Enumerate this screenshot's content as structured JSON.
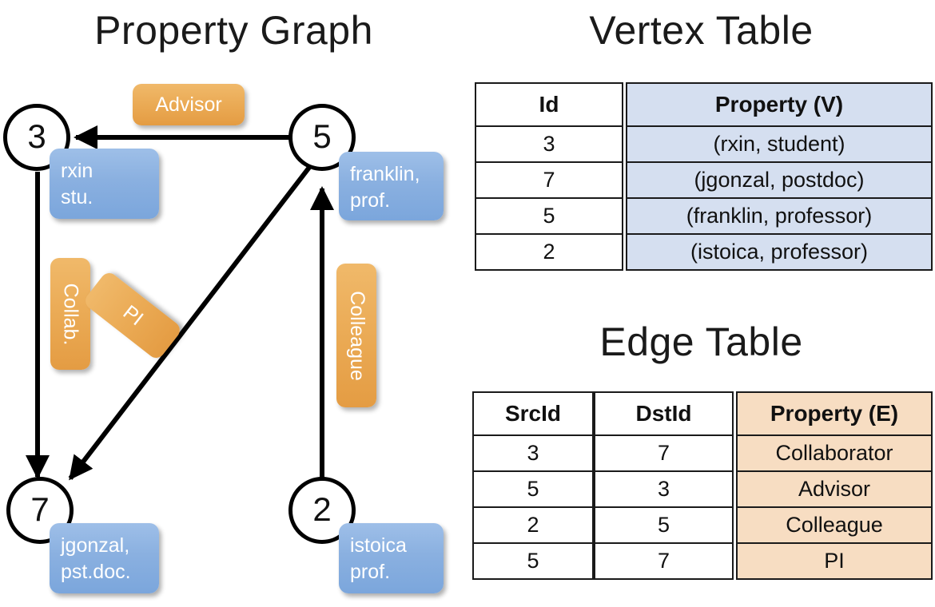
{
  "titles": {
    "property_graph": "Property Graph",
    "vertex_table": "Vertex Table",
    "edge_table": "Edge Table"
  },
  "graph": {
    "nodes": [
      {
        "id": "3",
        "property_lines": [
          "rxin",
          "stu."
        ]
      },
      {
        "id": "5",
        "property_lines": [
          "franklin,",
          "prof."
        ]
      },
      {
        "id": "7",
        "property_lines": [
          "jgonzal,",
          "pst.doc."
        ]
      },
      {
        "id": "2",
        "property_lines": [
          "istoica",
          "prof."
        ]
      }
    ],
    "edge_labels": [
      {
        "name": "advisor",
        "text": "Advisor"
      },
      {
        "name": "collab",
        "text": "Collab."
      },
      {
        "name": "pi",
        "text": "PI"
      },
      {
        "name": "colleague",
        "text": "Colleague"
      }
    ],
    "colors": {
      "node_stroke": "#000000",
      "vertex_property_box": "#8ab0e0",
      "edge_property_box": "#eaa953",
      "edge_line": "#000000"
    }
  },
  "vertex_table": {
    "columns": [
      "Id",
      "Property (V)"
    ],
    "rows": [
      {
        "id": "3",
        "property": "(rxin, student)"
      },
      {
        "id": "7",
        "property": "(jgonzal, postdoc)"
      },
      {
        "id": "5",
        "property": "(franklin, professor)"
      },
      {
        "id": "2",
        "property": "(istoica, professor)"
      }
    ],
    "property_fill": "#d5dff0"
  },
  "edge_table": {
    "columns": [
      "SrcId",
      "DstId",
      "Property (E)"
    ],
    "rows": [
      {
        "src": "3",
        "dst": "7",
        "property": "Collaborator"
      },
      {
        "src": "5",
        "dst": "3",
        "property": "Advisor"
      },
      {
        "src": "2",
        "dst": "5",
        "property": "Colleague"
      },
      {
        "src": "5",
        "dst": "7",
        "property": "PI"
      }
    ],
    "property_fill": "#f7ddc2"
  }
}
